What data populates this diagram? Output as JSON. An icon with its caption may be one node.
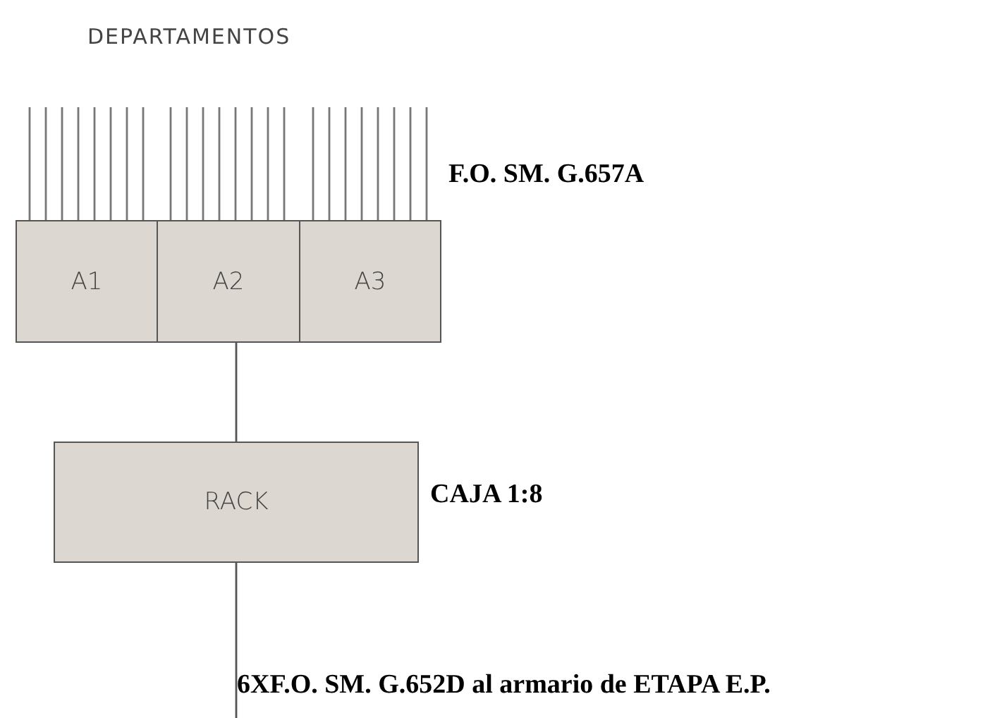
{
  "diagram": {
    "nodes": [
      {
        "text": [
          "A1"
        ]
      },
      {
        "text": [
          "A2"
        ]
      },
      {
        "text": [
          "A3"
        ]
      },
      {
        "text": [
          "RACK"
        ],
        "beside": [
          "CAJA 1:8"
        ]
      }
    ],
    "edges": [
      {
        "from": 1,
        "to": 3,
        "arrow": "none"
      },
      {
        "from": 3,
        "to": null,
        "arrow": "none"
      }
    ],
    "labels": [
      "DEPARTAMENTOS",
      "F.O. SM. G.657A",
      "6XF.O. SM. G.652D al armario de ETAPA E.P."
    ]
  }
}
